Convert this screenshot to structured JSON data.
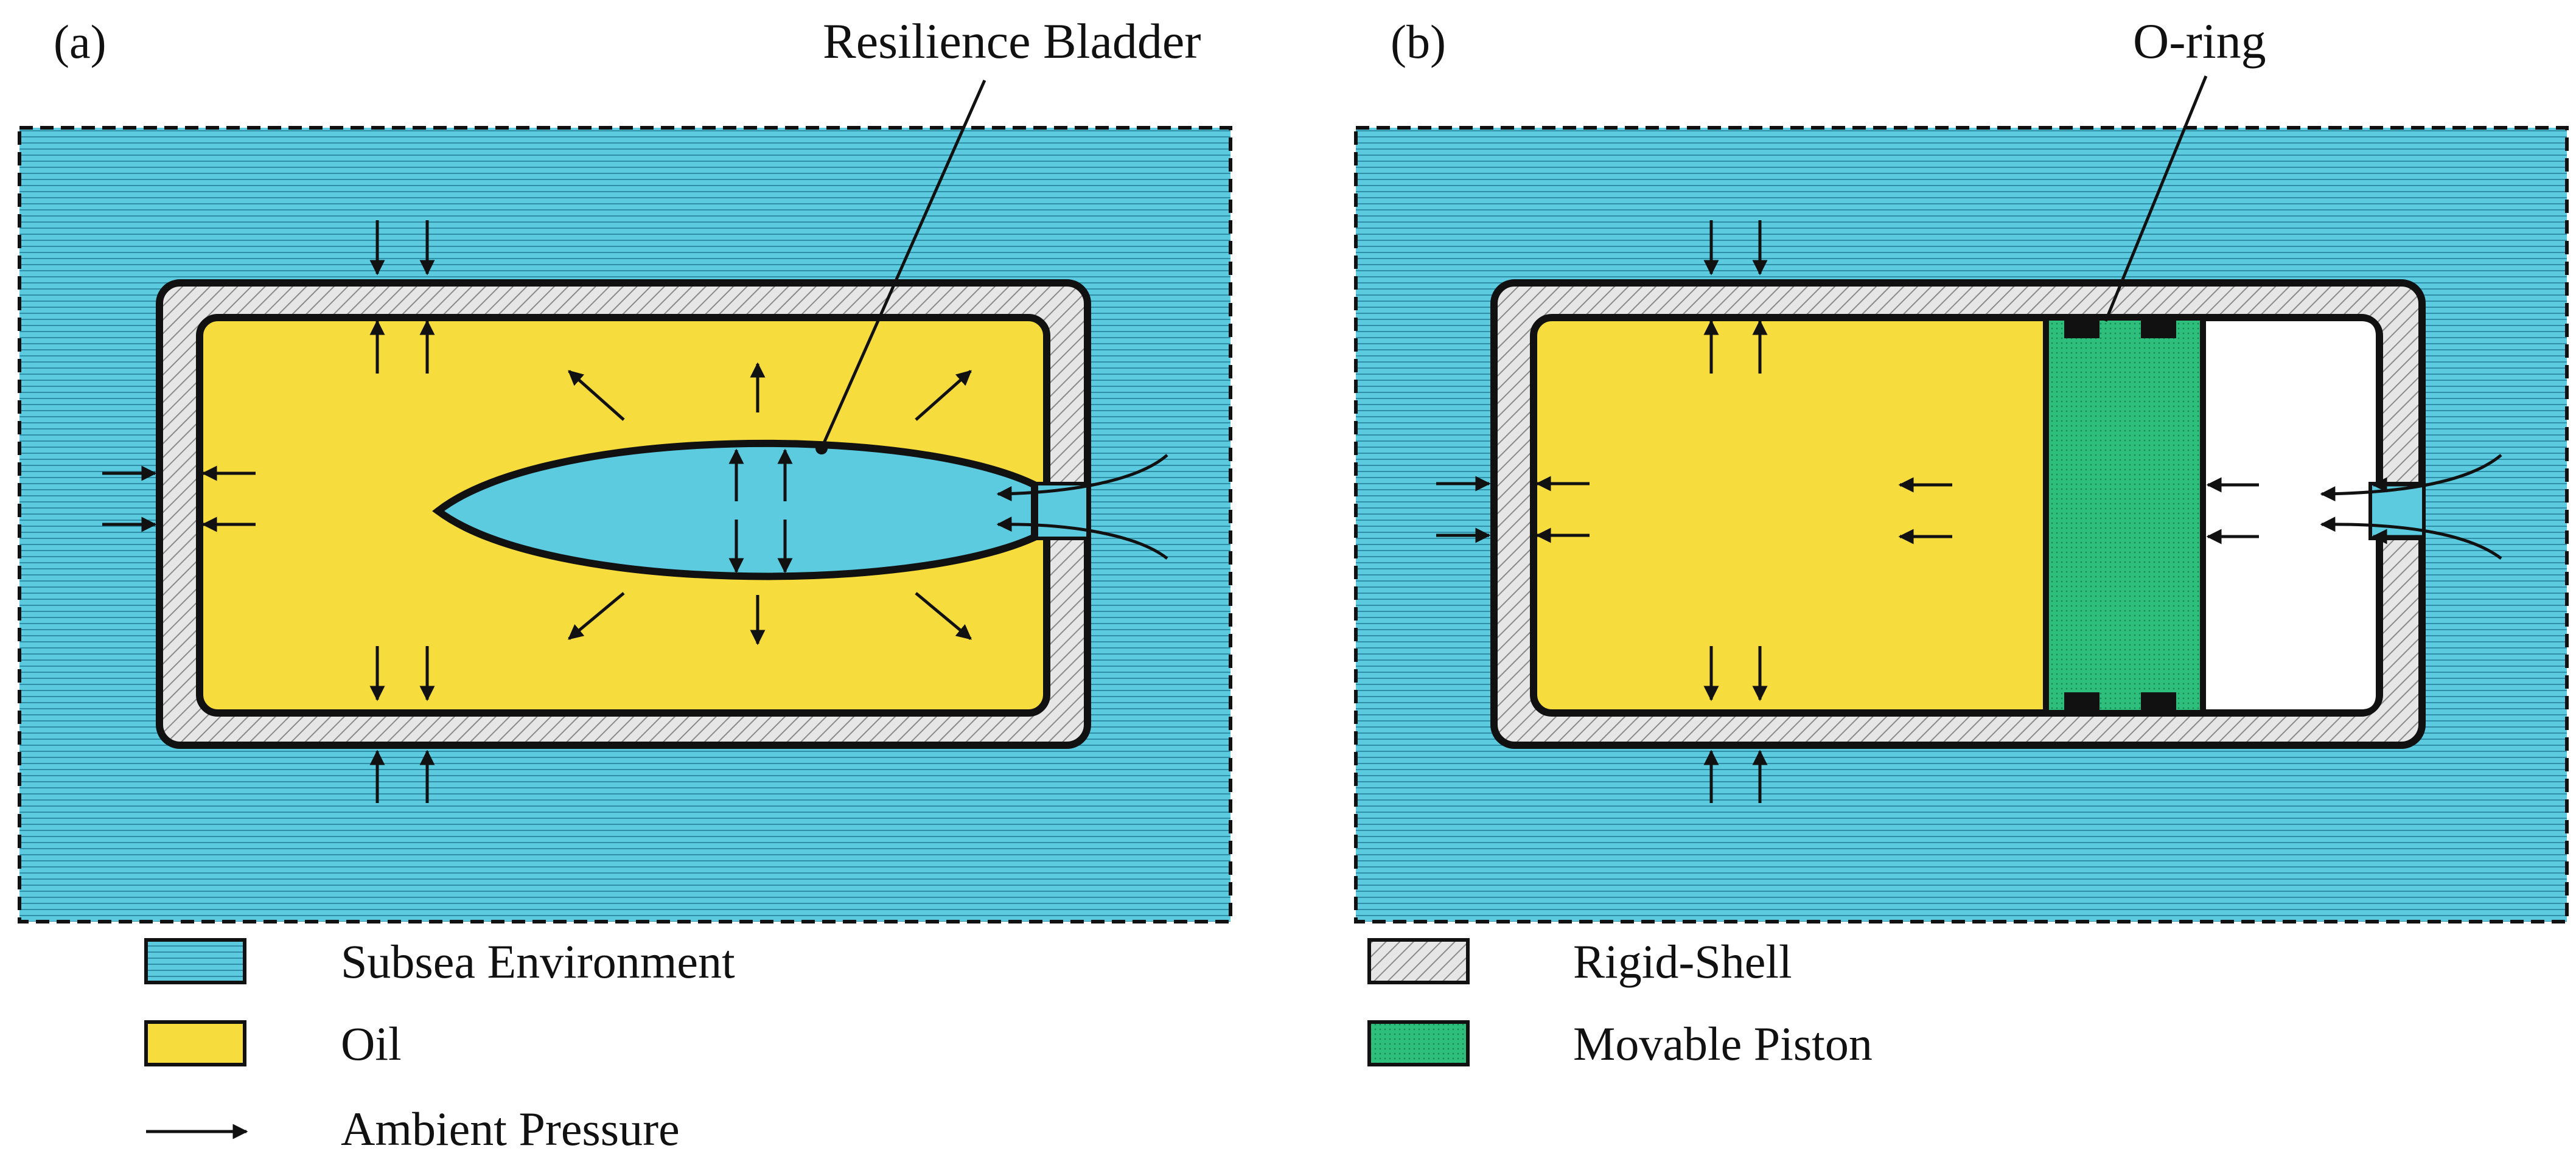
{
  "panels": {
    "a": {
      "label": "(a)",
      "callout": "Resilience Bladder"
    },
    "b": {
      "label": "(b)",
      "callout": "O-ring"
    }
  },
  "legend": [
    {
      "id": "subsea",
      "label": "Subsea Environment",
      "swatch": "water"
    },
    {
      "id": "oil",
      "label": "Oil",
      "swatch": "oil"
    },
    {
      "id": "pressure",
      "label": "Ambient Pressure",
      "swatch": "arrow"
    },
    {
      "id": "shell",
      "label": "Rigid-Shell",
      "swatch": "shell"
    },
    {
      "id": "piston",
      "label": "Movable Piston",
      "swatch": "piston"
    }
  ],
  "colors": {
    "water": "#5ccbe0",
    "water_line": "#2f8fa6",
    "oil": "#f6dc3c",
    "shell": "#e6e6e6",
    "shell_hatch": "#8a8a8a",
    "piston": "#2fbf7c",
    "piston_dot": "#1b8a55",
    "outline": "#111111"
  }
}
